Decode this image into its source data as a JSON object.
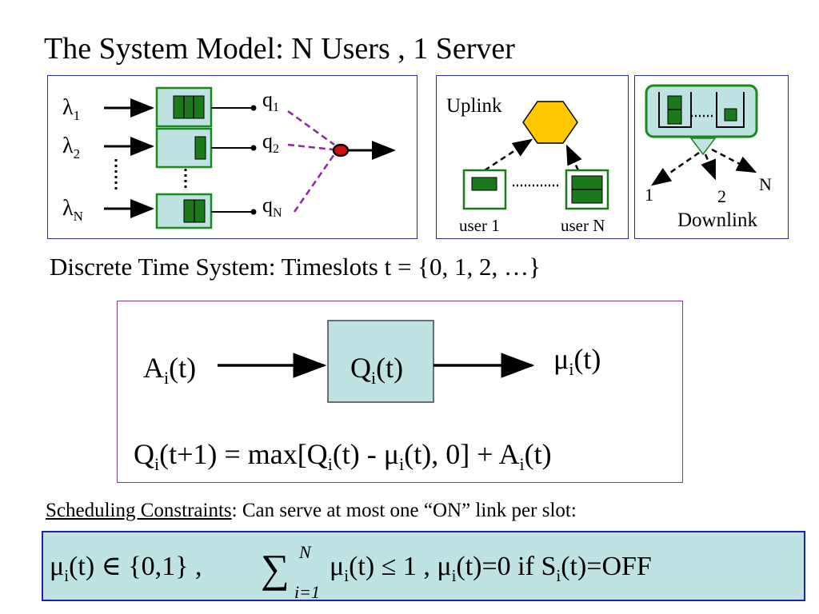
{
  "title": "The System Model:  N Users ,  1 Server",
  "queue_panel": {
    "arrivals": [
      "λ",
      "λ",
      "λ"
    ],
    "arrival_subs": [
      "1",
      "2",
      "N"
    ],
    "channels": [
      "q",
      "q",
      "q"
    ],
    "channel_subs": [
      "1",
      "2",
      "N"
    ],
    "colors": {
      "queue_fill": "#bfe3e3",
      "queue_border": "#1a8a1a",
      "packet": "#1a7a1a",
      "link": "#8a2a9a",
      "server": "#d01010"
    }
  },
  "uplink_panel": {
    "label": "Uplink",
    "user_first": "user 1",
    "user_last": "user N",
    "colors": {
      "base_station": "#ffc800"
    }
  },
  "downlink_panel": {
    "label": "Downlink",
    "outputs": [
      "1",
      "2",
      "N"
    ]
  },
  "time_text": "Discrete Time System:  Timeslots  t = {0, 1, 2, …}",
  "queue_model": {
    "input": "A",
    "input_sub": "i",
    "input_suffix": "(t)",
    "queue": "Q",
    "queue_sub": "i",
    "queue_suffix": "(t)",
    "output": "μ",
    "output_sub": "i",
    "output_suffix": "(t)",
    "equation": {
      "p1": "Q",
      "s1": "i",
      "p2": "(t+1) = max[Q",
      "s2": "i",
      "p3": "(t) - μ",
      "s3": "i",
      "p4": "(t), 0] + A",
      "s4": "i",
      "p5": "(t)"
    }
  },
  "scheduling": {
    "heading": "Scheduling Constraints",
    "text": ":  Can serve at most one “ON” link per slot:"
  },
  "constraint": {
    "a1": "μ",
    "a1s": "i",
    "a2": "(t) ∈ {0,1} ,  ",
    "sum": "∑",
    "sum_top": "N",
    "sum_bottom": "i=1",
    "b1": "μ",
    "b1s": "i",
    "b2": "(t) ≤ 1  ,  μ",
    "b2s": "i",
    "b3": "(t)=0 if S",
    "b3s": "i",
    "b4": "(t)=OFF",
    "colors": {
      "fill": "#bfe3e3",
      "border": "#1f1fb0"
    }
  }
}
